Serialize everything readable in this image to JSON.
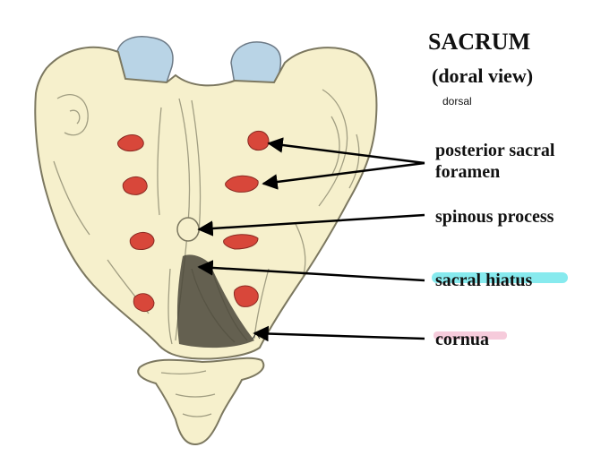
{
  "title": "SACRUM",
  "subtitle": "(doral view)",
  "note": "dorsal",
  "labels": {
    "posterior_sacral_foramen_line1": "posterior sacral",
    "posterior_sacral_foramen_line2": "foramen",
    "spinous_process": "spinous process",
    "sacral_hiatus": "sacral hiatus",
    "cornua": "cornua"
  },
  "colors": {
    "bone": "#f6f0cc",
    "bone_shade": "#8d8a70",
    "cartilage": "#b9d4e6",
    "foramen": "#d8473a",
    "highlight_cyan": "#5fe3e8",
    "highlight_pink": "#f3b9cf",
    "text": "#111111"
  }
}
